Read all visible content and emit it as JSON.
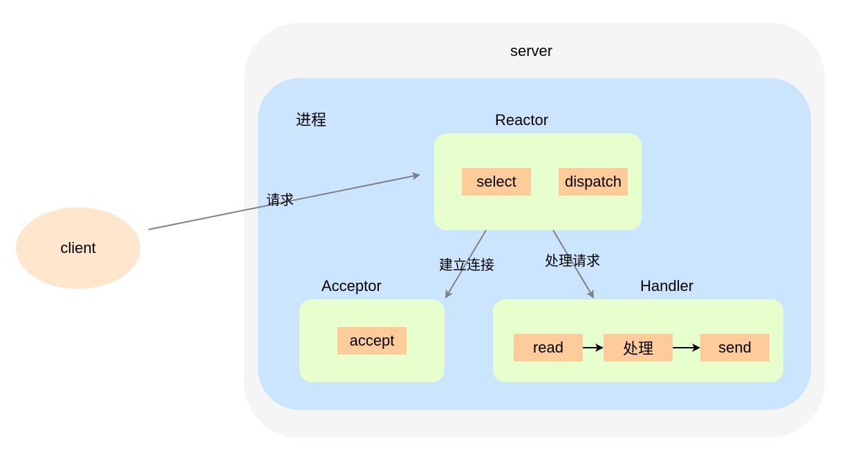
{
  "server": {
    "title": "server"
  },
  "process": {
    "title": "进程"
  },
  "reactor": {
    "title": "Reactor",
    "select": "select",
    "dispatch": "dispatch"
  },
  "acceptor": {
    "title": "Acceptor",
    "accept": "accept"
  },
  "handler": {
    "title": "Handler",
    "read": "read",
    "process": "处理",
    "send": "send"
  },
  "client": {
    "label": "client"
  },
  "edges": {
    "request": "请求",
    "establish_connection": "建立连接",
    "handle_request": "处理请求"
  },
  "colors": {
    "server_bg": "#f5f5f5",
    "process_bg": "#cce5ff",
    "component_bg": "#e6ffcc",
    "chip_bg": "#ffcc99",
    "client_bg": "#ffe6cc",
    "gray_arrow": "#808080",
    "black_arrow": "#000000"
  }
}
